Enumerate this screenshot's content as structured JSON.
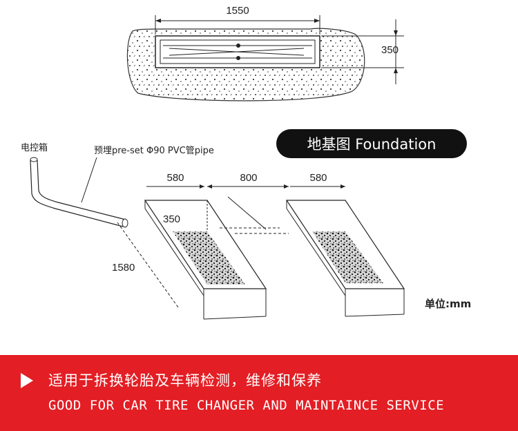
{
  "top_view": {
    "width_label": "1550",
    "depth_label": "350"
  },
  "foundation_view": {
    "control_box_label": "电控箱",
    "pipe_label": "预埋pre-set Φ90 PVC管pipe",
    "badge_text": "地基图  Foundation",
    "pit_width_left": "580",
    "pit_gap": "800",
    "pit_width_right": "580",
    "pit_depth": "350",
    "pit_length": "1580",
    "unit_label": "单位:mm"
  },
  "banner": {
    "title_cn": "适用于拆换轮胎及车辆检测，维修和保养",
    "title_en": "GOOD FOR CAR TIRE CHANGER AND MAINTAINCE SERVICE",
    "color": "#e31e24"
  }
}
